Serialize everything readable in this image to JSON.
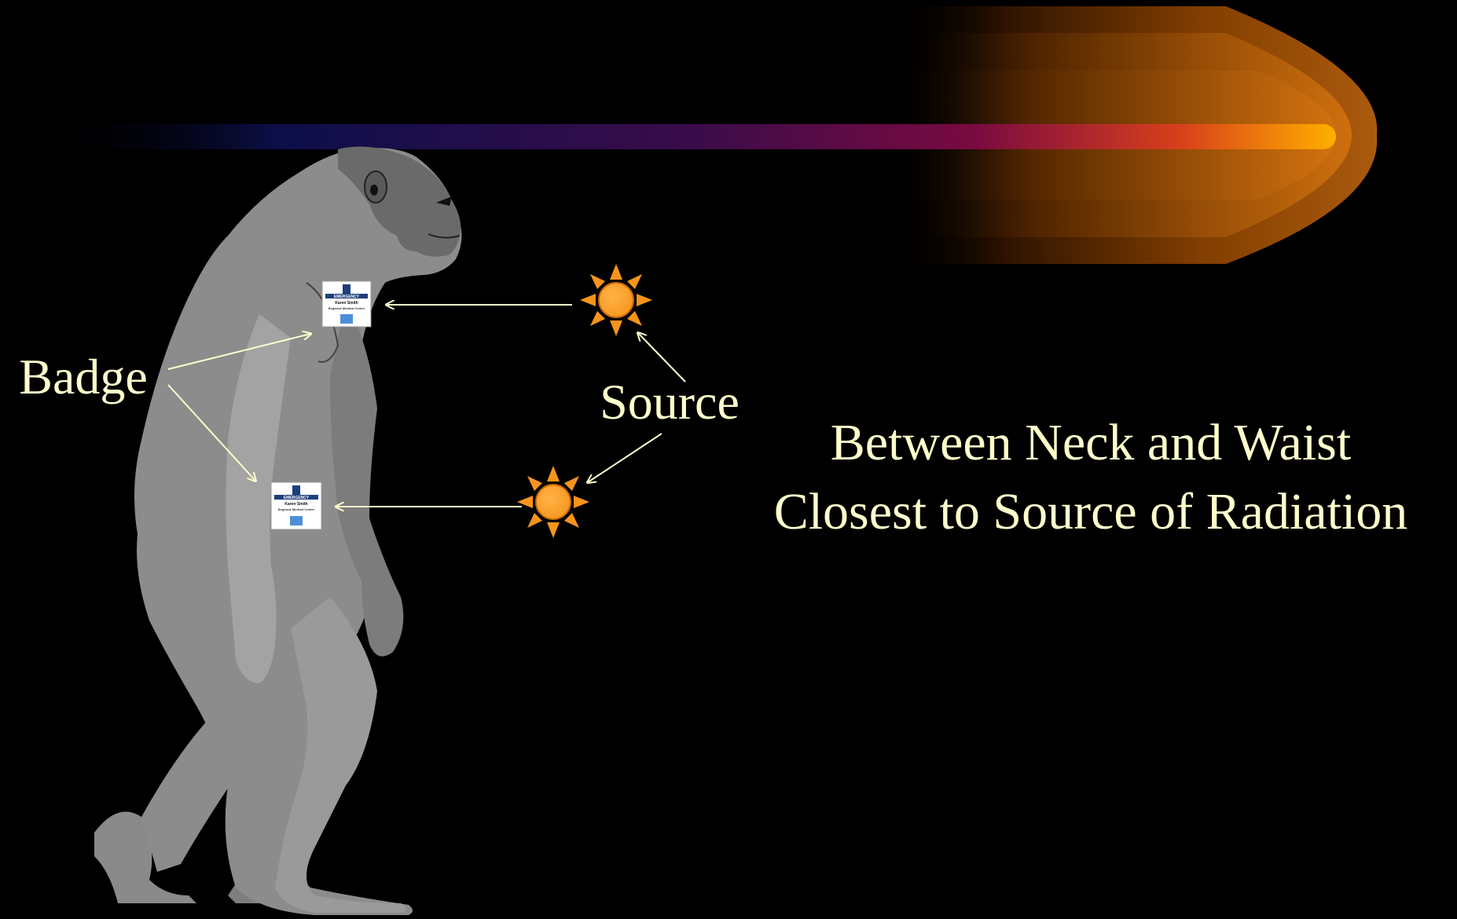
{
  "colors": {
    "background": "#000000",
    "text": "#FFFFCC",
    "arrow": "#FFFFCC",
    "figure": "#8C8C8C",
    "sun_fill": "#F7941D",
    "sun_ray": "#F7941D",
    "beam_start": "#000033",
    "beam_end": "#FFB000"
  },
  "labels": {
    "badge": "Badge",
    "source": "Source",
    "caption_line1": "Between Neck and Waist",
    "caption_line2": "Closest to Source of Radiation"
  },
  "badge_card": {
    "header": "EMERGENCY",
    "name": "Karen Smith",
    "org": "Regional Medical Center"
  },
  "icons": [
    "primate-figure-icon",
    "sun-icon",
    "dosimeter-badge-icon",
    "radiation-beam-icon"
  ]
}
